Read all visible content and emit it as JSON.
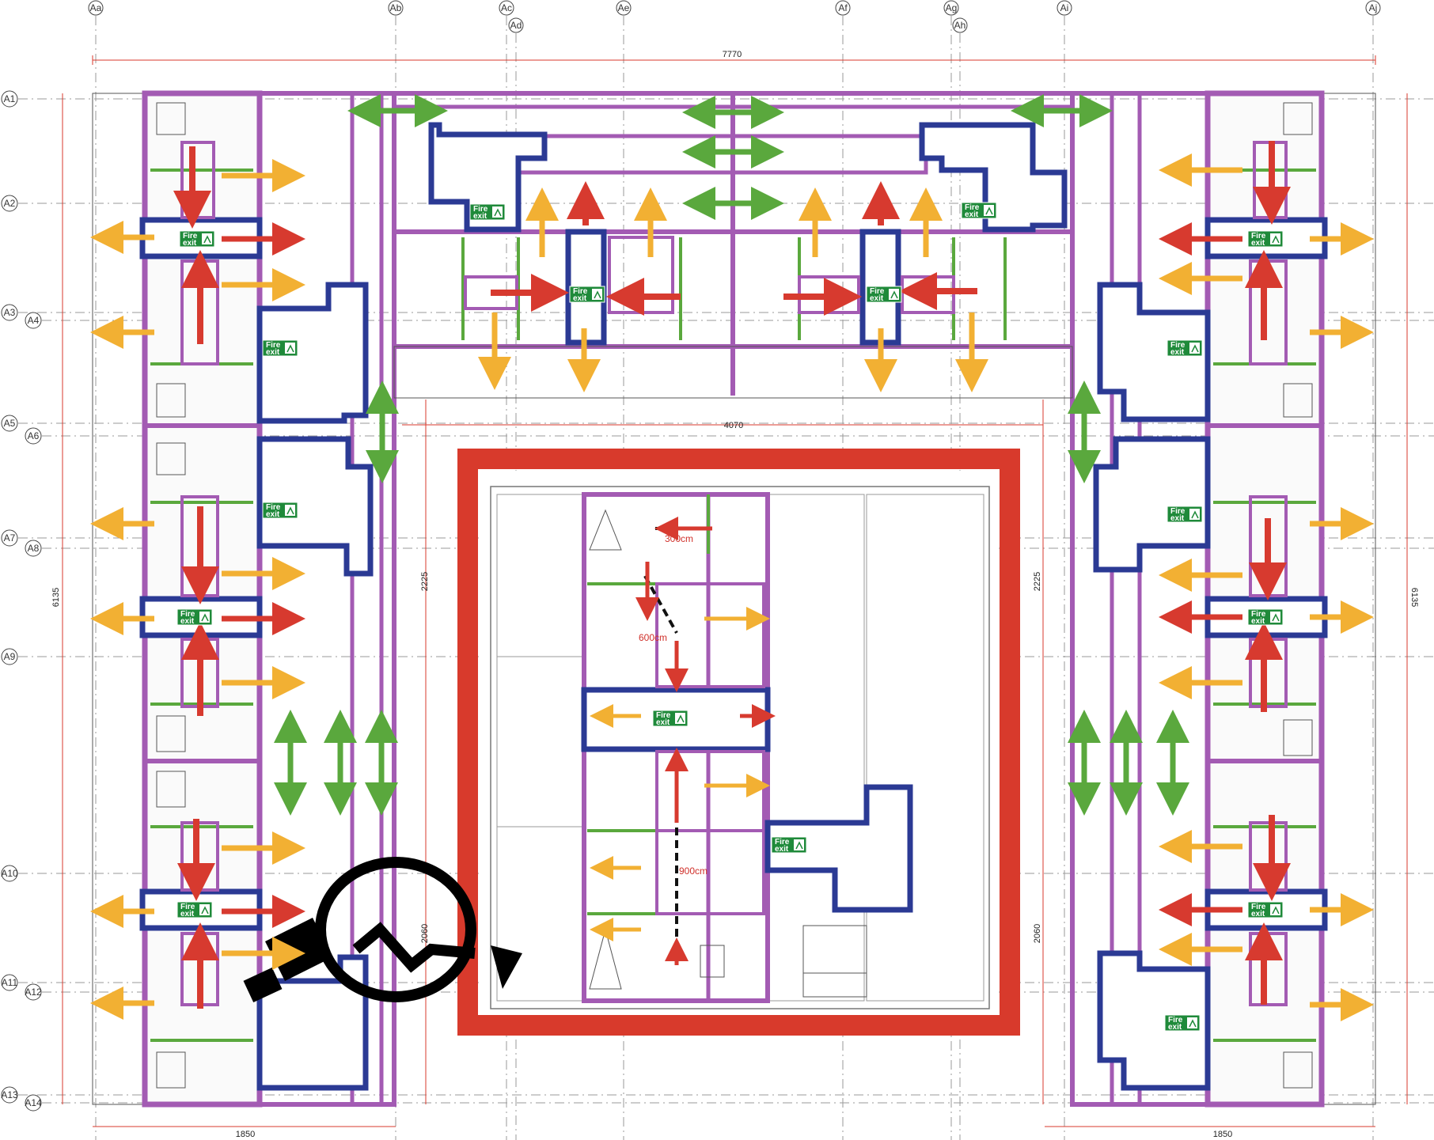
{
  "grid": {
    "columns": [
      "Aa",
      "Ab",
      "Ac",
      "Ad",
      "Ae",
      "Af",
      "Ag",
      "Ah",
      "Ai",
      "Aj"
    ],
    "rows_left": [
      "A1",
      "A2",
      "A3",
      "A4",
      "A5",
      "A6",
      "A7",
      "A8",
      "A9",
      "A10",
      "A11",
      "A12",
      "A13",
      "A14"
    ]
  },
  "dimensions": {
    "top_width": "7770",
    "inner_width": "4070",
    "left_height": "6135",
    "right_height": "6135",
    "left_mid_upper": "2225",
    "left_mid_lower": "2060",
    "right_mid_upper": "2225",
    "right_mid_lower": "2060",
    "bottom_left": "1850",
    "bottom_right": "1850"
  },
  "fire_exit": {
    "line1": "Fire",
    "line2": "exit"
  },
  "measurements": {
    "m1": "300cm",
    "m2": "600cm",
    "m3": "900cm"
  },
  "colors": {
    "corridor": "#a35bb3",
    "stair": "#2b3a94",
    "highlight": "#d83a2c",
    "exit_arrow_red": "#d73a2f",
    "exit_arrow_orange": "#f2b033",
    "exit_arrow_green": "#5aa83d",
    "fire_sign": "#1f8a3a"
  },
  "icons": [
    "fire-exit-sign-icon",
    "flashlight-icon",
    "arrow-icon"
  ]
}
